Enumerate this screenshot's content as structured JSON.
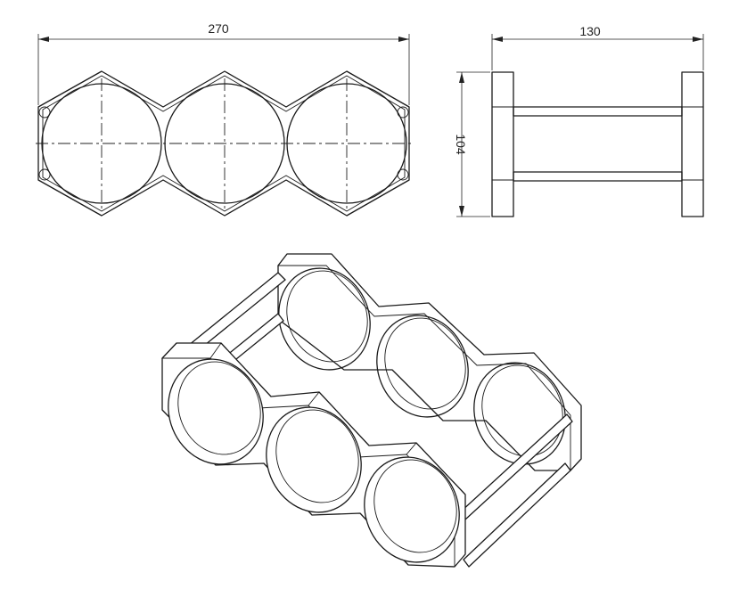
{
  "dimensions": {
    "width_label": "270",
    "depth_label": "130",
    "height_label": "104"
  },
  "views": [
    "front-view",
    "side-view",
    "isometric-view"
  ],
  "colors": {
    "line": "#1a1a1a",
    "background": "#ffffff"
  }
}
